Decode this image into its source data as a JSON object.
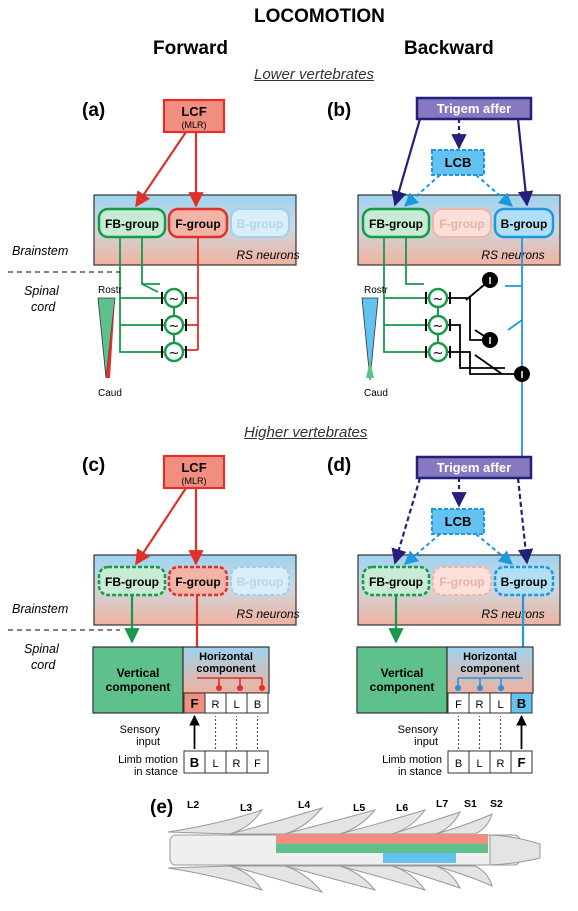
{
  "title": "LOCOMOTION",
  "columns": {
    "forward": "Forward",
    "backward": "Backward"
  },
  "sections": {
    "lower": "Lower vertebrates",
    "higher": "Higher vertebrates"
  },
  "panels": {
    "a": "(a)",
    "b": "(b)",
    "c": "(c)",
    "d": "(d)",
    "e": "(e)"
  },
  "boxes": {
    "lcf": "LCF",
    "mlr": "(MLR)",
    "trigem": "Trigem affer",
    "lcb": "LCB",
    "fb_group": "FB-group",
    "f_group": "F-group",
    "b_group": "B-group",
    "rs_neurons": "RS neurons"
  },
  "side_labels": {
    "brainstem": "Brainstem",
    "spinal": "Spinal",
    "cord": "cord",
    "rostr": "Rostr",
    "caud": "Caud",
    "sensory": "Sensory",
    "input": "input",
    "limb_motion": "Limb motion",
    "in_stance": "in stance"
  },
  "components": {
    "vertical_1": "Vertical",
    "vertical_2": "component",
    "horizontal_1": "Horizontal",
    "horizontal_2": "component"
  },
  "cells": {
    "c_top": [
      "F",
      "R",
      "L",
      "B"
    ],
    "c_bottom": [
      "B",
      "L",
      "R",
      "F"
    ],
    "d_top": [
      "F",
      "R",
      "L",
      "B"
    ],
    "d_bottom": [
      "B",
      "L",
      "R",
      "F"
    ]
  },
  "interneuron": "I",
  "oscillator": "~",
  "vertebrae": [
    "L2",
    "L3",
    "L4",
    "L5",
    "L6",
    "L7",
    "S1",
    "S2"
  ],
  "colors": {
    "red": "#e0302a",
    "red_fill": "#f08f80",
    "green": "#159a47",
    "green_fill": "#5ec08a",
    "blue": "#1b98e0",
    "blue_fill": "#63c2ef",
    "navy": "#231f7a",
    "purple_fill": "#8878c0",
    "rs_top": "#9fd2ef",
    "rs_bottom": "#efb29f"
  }
}
